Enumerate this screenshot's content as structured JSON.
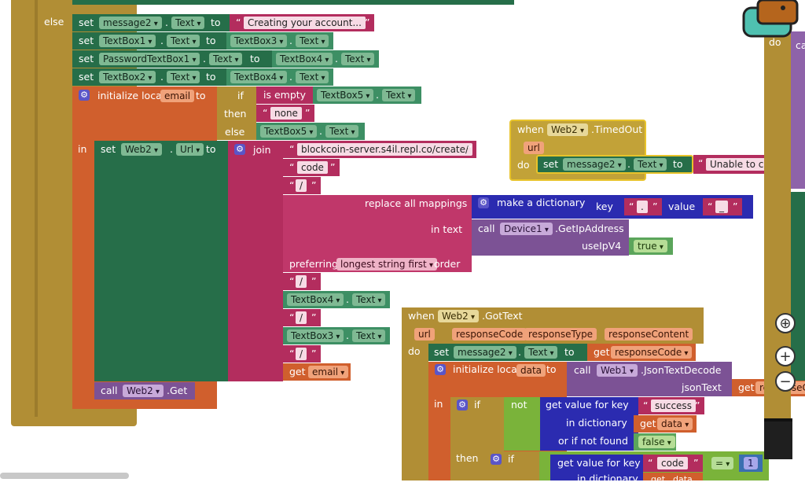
{
  "else_block": {
    "else_label": "else",
    "in_label": "in",
    "rows": [
      {
        "set": "set",
        "component": "message2",
        "prop": "Text",
        "to": "to",
        "value_str": "Creating your account..."
      },
      {
        "set": "set",
        "component": "TextBox1",
        "prop": "Text",
        "to": "to",
        "value_comp": "TextBox3",
        "value_prop": "Text"
      },
      {
        "set": "set",
        "component": "PasswordTextBox1",
        "prop": "Text",
        "to": "to",
        "value_comp": "TextBox4",
        "value_prop": "Text"
      },
      {
        "set": "set",
        "component": "TextBox2",
        "prop": "Text",
        "to": "to",
        "value_comp": "TextBox4",
        "value_prop": "Text"
      }
    ],
    "init_local": {
      "label": "initialize local",
      "var": "email",
      "to": "to"
    },
    "if_block": {
      "if": "if",
      "is_empty": "is empty",
      "cond_comp": "TextBox5",
      "cond_prop": "Text",
      "then": "then",
      "then_val": "none",
      "else": "else",
      "else_comp": "TextBox5",
      "else_prop": "Text"
    },
    "set_url": {
      "set": "set",
      "component": "Web2",
      "prop": "Url",
      "to": "to",
      "join": "join"
    },
    "join_items": {
      "s1": "blockcoin-server.s4il.repl.co/create/",
      "s2": "code",
      "s3": "/",
      "replace_all": "replace all mappings",
      "make_dict": "make a dictionary",
      "key": "key",
      "key_val": ".",
      "value": "value",
      "value_val": "_",
      "in_text": "in text",
      "call": "call",
      "device": "Device1",
      "get_ip": ".GetIpAddress",
      "use_ipv4": "useIpV4",
      "true_val": "true",
      "preferring": "preferring",
      "pref_opt": "longest string first",
      "order": "order",
      "s4": "/",
      "tb4": "TextBox4",
      "tb4p": "Text",
      "s5": "/",
      "tb3": "TextBox3",
      "tb3p": "Text",
      "s6": "/",
      "get": "get",
      "email": "email"
    },
    "call_get": {
      "call": "call",
      "component": "Web2",
      "method": ".Get"
    }
  },
  "timed_out": {
    "when": "when",
    "component": "Web2",
    "event": ".TimedOut",
    "param": "url",
    "do": "do",
    "set": "set",
    "target": "message2",
    "prop": "Text",
    "to": "to",
    "value": "Unable to create an"
  },
  "got_text": {
    "when": "when",
    "component": "Web2",
    "event": ".GotText",
    "params": [
      "url",
      "responseCode",
      "responseType",
      "responseContent"
    ],
    "do": "do",
    "set": "set",
    "target": "message2",
    "prop": "Text",
    "to": "to",
    "get": "get",
    "get_var": "responseCode",
    "init": "initialize local",
    "init_var": "data",
    "init_to": "to",
    "call": "call",
    "json_comp": "Web1",
    "json_method": ".JsonTextDecode",
    "json_text": "jsonText",
    "get2": "get",
    "get2_var": "responseC",
    "in": "in",
    "if": "if",
    "not": "not",
    "gv_key": "get value for key",
    "gv_key_val": "success",
    "in_dict": "in dictionary",
    "get3": "get",
    "dict_var": "data",
    "or_if_not": "or if not found",
    "false_val": "false",
    "then": "then",
    "if2": "if",
    "gv2_key": "get value for key",
    "gv2_val": "code",
    "eq": "=",
    "num": "1",
    "in_dict2": "in dictionary",
    "get4": "get",
    "data2": "data"
  },
  "right_blocks": {
    "do": "do",
    "ca": "ca"
  },
  "colors": {
    "control": "#b18e35",
    "variable": "#d05f2d",
    "component_set": "#266e49",
    "text": "#b32d5e",
    "dictionary": "#2b2bb0",
    "logic": "#7ab33a"
  }
}
